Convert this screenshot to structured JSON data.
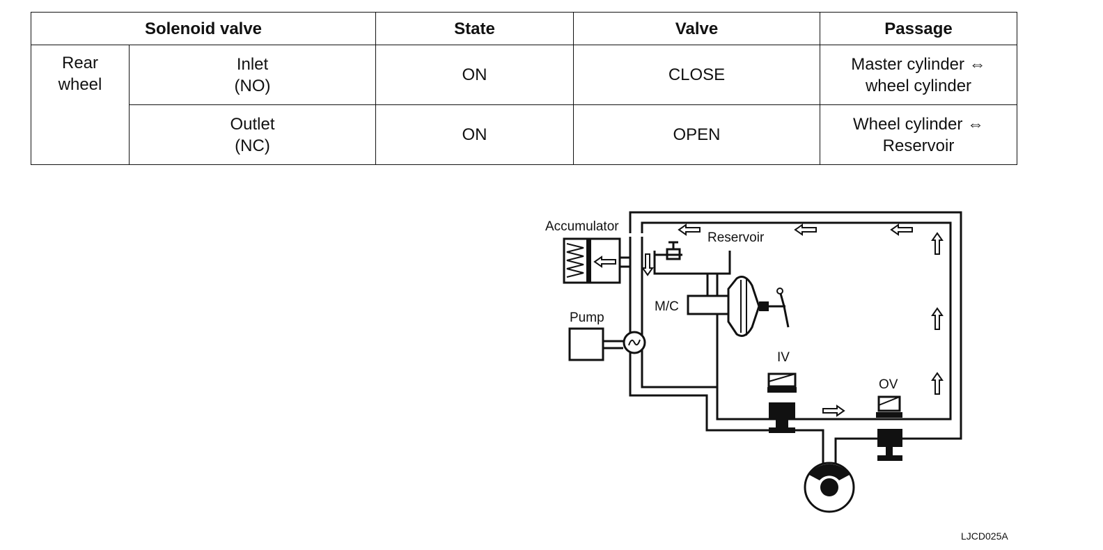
{
  "table": {
    "headers": {
      "solenoid_valve": "Solenoid valve",
      "state": "State",
      "valve": "Valve",
      "passage": "Passage"
    },
    "group": {
      "line1": "Rear",
      "line2": "wheel"
    },
    "rows": [
      {
        "valve_line1": "Inlet",
        "valve_line2": "(NO)",
        "state": "ON",
        "valve": "CLOSE",
        "passage_line1": "Master cylinder ⇔",
        "passage_line2": "wheel cylinder"
      },
      {
        "valve_line1": "Outlet",
        "valve_line2": "(NC)",
        "state": "ON",
        "valve": "OPEN",
        "passage_line1": "Wheel cylinder ⇔",
        "passage_line2": "Reservoir"
      }
    ]
  },
  "diagram": {
    "labels": {
      "accumulator": "Accumulator",
      "reservoir": "Reservoir",
      "master_cylinder": "M/C",
      "pump": "Pump",
      "inlet_valve": "IV",
      "outlet_valve": "OV"
    }
  },
  "figure_code": "LJCD025A"
}
